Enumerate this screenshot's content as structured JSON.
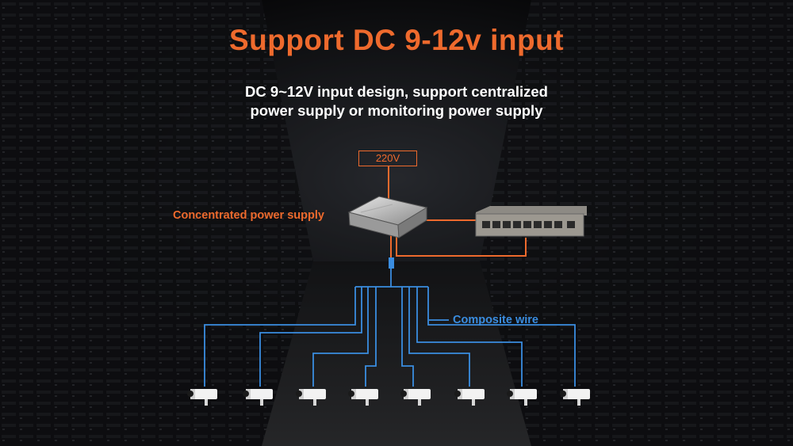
{
  "header": {
    "title": "Support DC 9-12v input",
    "subtitle_line1": "DC 9~12V input design, support centralized",
    "subtitle_line2": "power supply or monitoring power supply"
  },
  "diagram": {
    "voltage_label": "220V",
    "power_supply_label": "Concentrated power supply",
    "wire_label": "Composite wire",
    "camera_count": 8
  },
  "colors": {
    "accent_orange": "#ee6a2d",
    "wire_blue": "#3a8de0",
    "background": "#0a0a0c",
    "text": "#ffffff"
  }
}
